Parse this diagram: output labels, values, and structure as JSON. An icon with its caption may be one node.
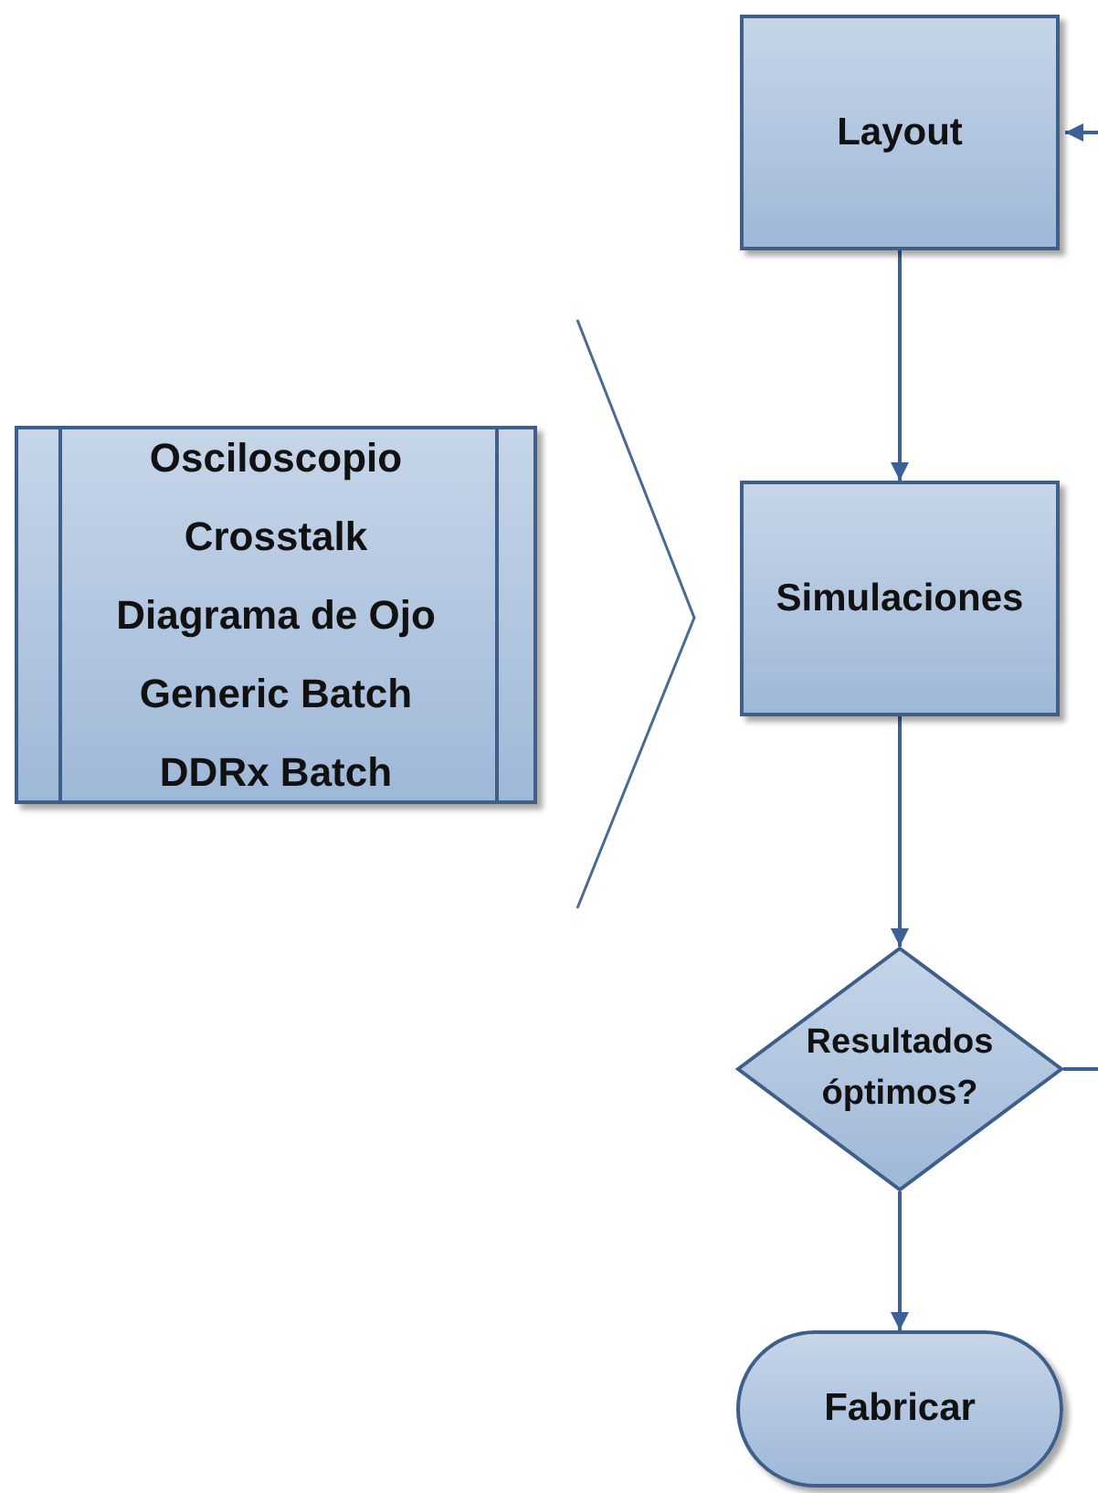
{
  "diagram": {
    "nodes": [
      {
        "text": [
          "Layout"
        ]
      },
      {
        "text": [
          "Simulaciones"
        ]
      },
      {
        "text": [
          "Resultados óptimos?"
        ]
      },
      {
        "text": [
          "Fabricar"
        ]
      },
      {
        "text": [
          "Osciloscopio",
          "Crosstalk",
          "Diagrama de Ojo",
          "Generic Batch",
          "DDRx Batch"
        ]
      }
    ],
    "edges": [
      {
        "from": 0,
        "to": 1,
        "arrow": "to"
      },
      {
        "from": 1,
        "to": 2,
        "arrow": "to"
      },
      {
        "from": 2,
        "to": 3,
        "arrow": "to"
      },
      {
        "from": 2,
        "to": null,
        "arrow": "none"
      },
      {
        "from": null,
        "to": 0,
        "arrow": "to"
      }
    ]
  }
}
